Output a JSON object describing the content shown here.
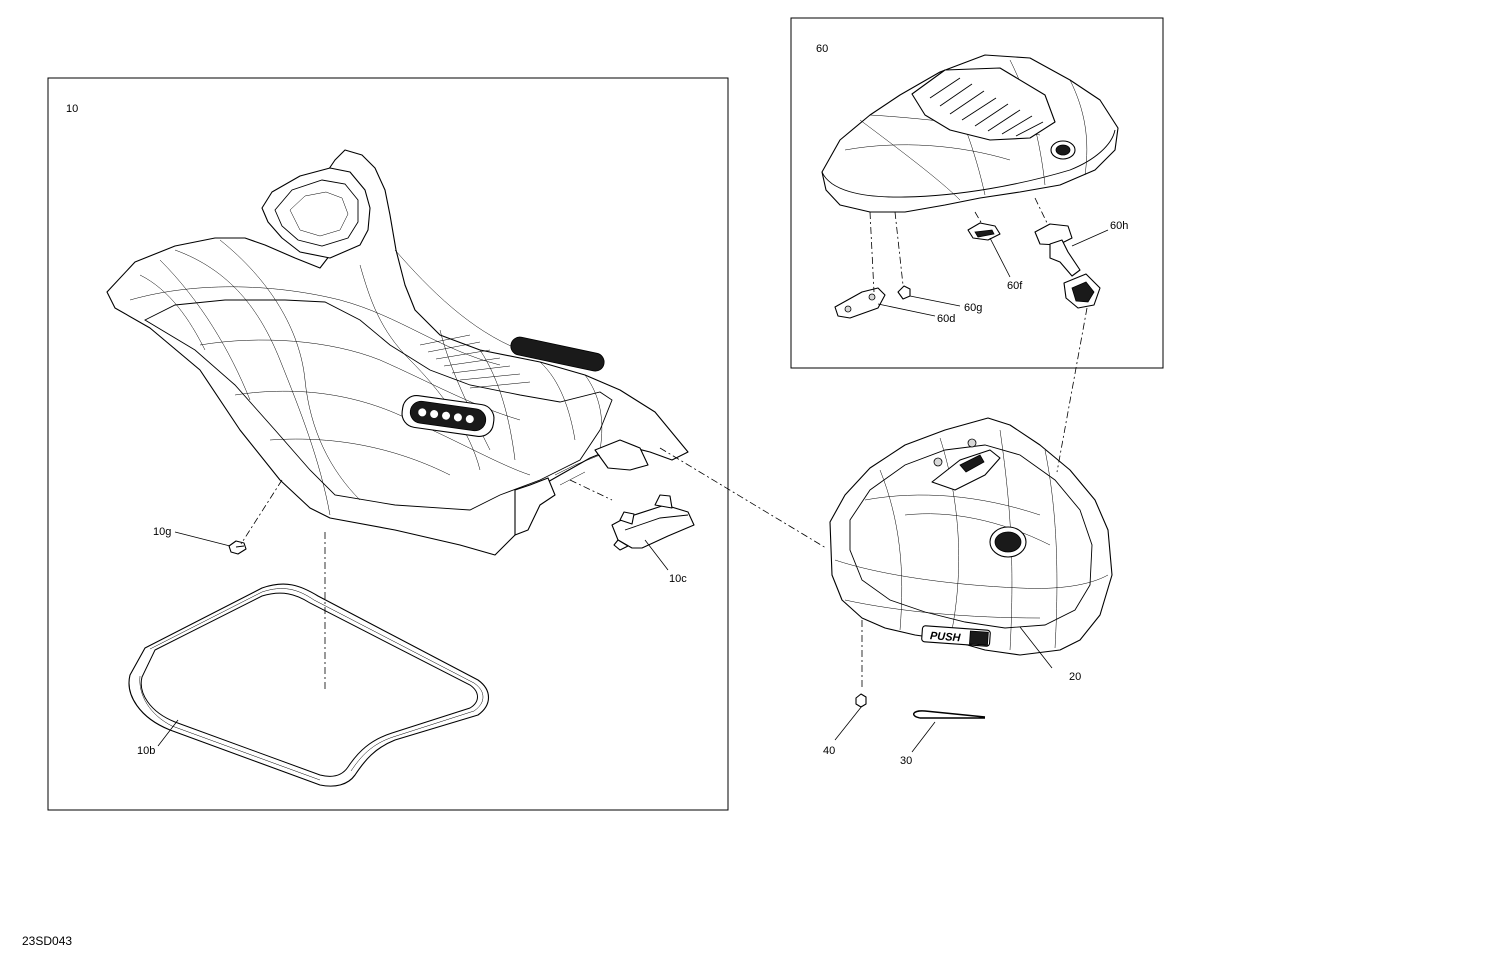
{
  "diagram": {
    "drawing_code": "23SD043",
    "groups": [
      {
        "id": "10",
        "label": "10"
      },
      {
        "id": "60",
        "label": "60"
      }
    ],
    "callouts": {
      "c10b": "10b",
      "c10c": "10c",
      "c10g": "10g",
      "c60d": "60d",
      "c60f": "60f",
      "c60g": "60g",
      "c60h": "60h",
      "c20": "20",
      "c30": "30",
      "c40": "40"
    },
    "badges": {
      "push": "PUSH"
    }
  }
}
